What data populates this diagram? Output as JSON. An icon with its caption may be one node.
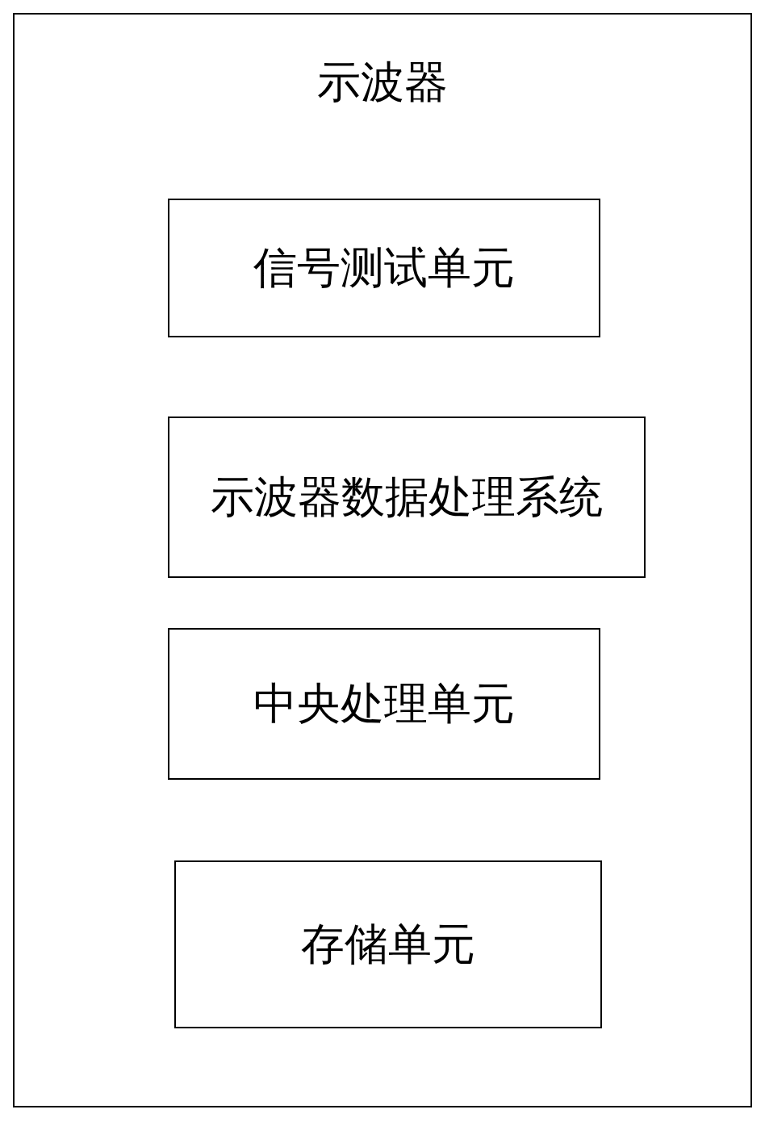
{
  "diagram": {
    "nodes": [
      {
        "text": [
          "示波器"
        ]
      },
      {
        "text": [
          "信号测试单元"
        ],
        "in": 0
      },
      {
        "text": [
          "示波器数据处理系统"
        ],
        "in": 0
      },
      {
        "text": [
          "中央处理单元"
        ],
        "in": 0
      },
      {
        "text": [
          "存储单元"
        ],
        "in": 0
      }
    ]
  }
}
